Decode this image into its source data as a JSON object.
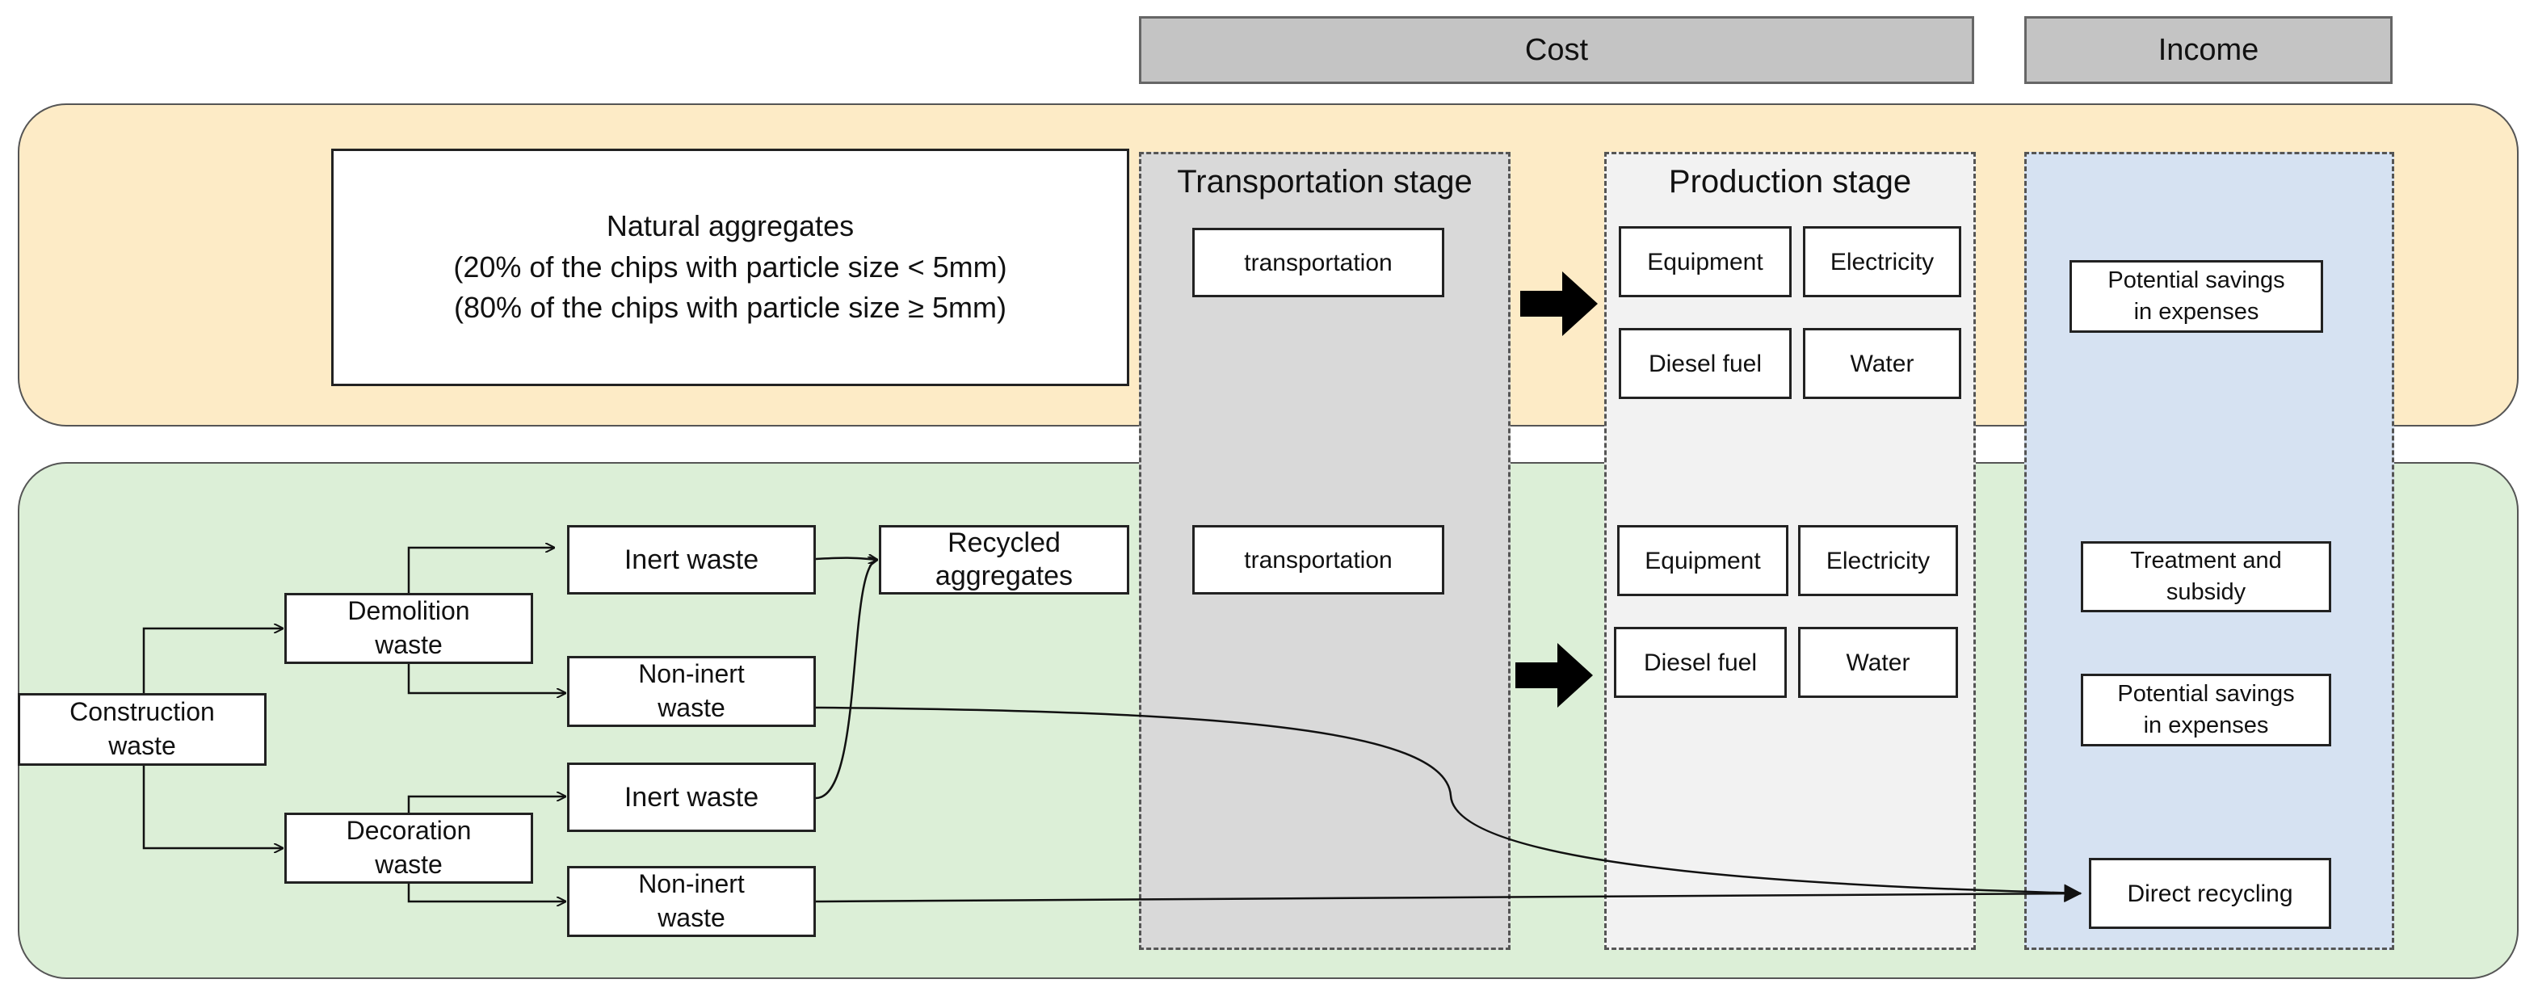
{
  "headers": {
    "cost": "Cost",
    "income": "Income"
  },
  "stages": {
    "transportation": "Transportation stage",
    "production": "Production stage"
  },
  "natural": {
    "line1": "Natural aggregates",
    "line2": "(20% of the chips with particle size < 5mm)",
    "line3": "(80% of the chips with particle size ≥ 5mm)"
  },
  "top_row": {
    "transportation": "transportation",
    "equipment": "Equipment",
    "electricity": "Electricity",
    "diesel": "Diesel fuel",
    "water": "Water",
    "savings": [
      "Potential savings",
      "in expenses"
    ]
  },
  "bottom_row": {
    "construction_waste": [
      "Construction",
      "waste"
    ],
    "demolition_waste": [
      "Demolition",
      "waste"
    ],
    "decoration_waste": [
      "Decoration",
      "waste"
    ],
    "inert_waste_1": "Inert waste",
    "non_inert_waste_1": [
      "Non-inert",
      "waste"
    ],
    "inert_waste_2": "Inert waste",
    "non_inert_waste_2": [
      "Non-inert",
      "waste"
    ],
    "recycled_aggregates": [
      "Recycled",
      "aggregates"
    ],
    "transportation": "transportation",
    "equipment": "Equipment",
    "electricity": "Electricity",
    "diesel": "Diesel fuel",
    "water": "Water",
    "treatment": [
      "Treatment and",
      "subsidy"
    ],
    "savings": [
      "Potential savings",
      "in expenses"
    ],
    "direct_recycling": "Direct recycling"
  },
  "colors": {
    "panel_yellow": "#fdebc6",
    "panel_green": "#dcefd7",
    "transport_stage": "#d9d9d9",
    "production_stage": "#f2f2f2",
    "income_stage": "#d6e2f2",
    "header_bg": "#c4c4c4"
  }
}
